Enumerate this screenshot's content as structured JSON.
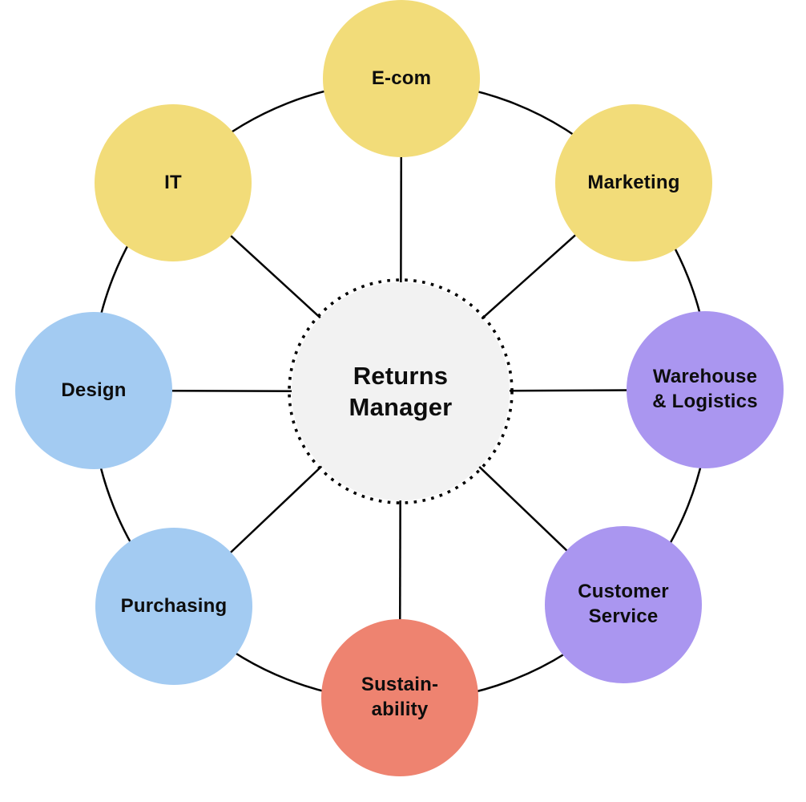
{
  "diagram": {
    "center": {
      "label": "Returns\nManager",
      "fill": "#F2F2F2",
      "border_color": "#000000",
      "text_color": "#0D0D0D"
    },
    "nodes": [
      {
        "id": "e-com",
        "label": "E-com",
        "color": "#F2DC79"
      },
      {
        "id": "marketing",
        "label": "Marketing",
        "color": "#F2DC79"
      },
      {
        "id": "warehouse-logistics",
        "label": "Warehouse\n& Logistics",
        "color": "#AA96F0"
      },
      {
        "id": "customer-service",
        "label": "Customer\nService",
        "color": "#AA96F0"
      },
      {
        "id": "sustainability",
        "label": "Sustain-\nability",
        "color": "#EE8370"
      },
      {
        "id": "purchasing",
        "label": "Purchasing",
        "color": "#A3CBF2"
      },
      {
        "id": "design",
        "label": "Design",
        "color": "#A3CBF2"
      },
      {
        "id": "it",
        "label": "IT",
        "color": "#F2DC79"
      }
    ],
    "line_color": "#000000",
    "background": "#FFFFFF"
  }
}
